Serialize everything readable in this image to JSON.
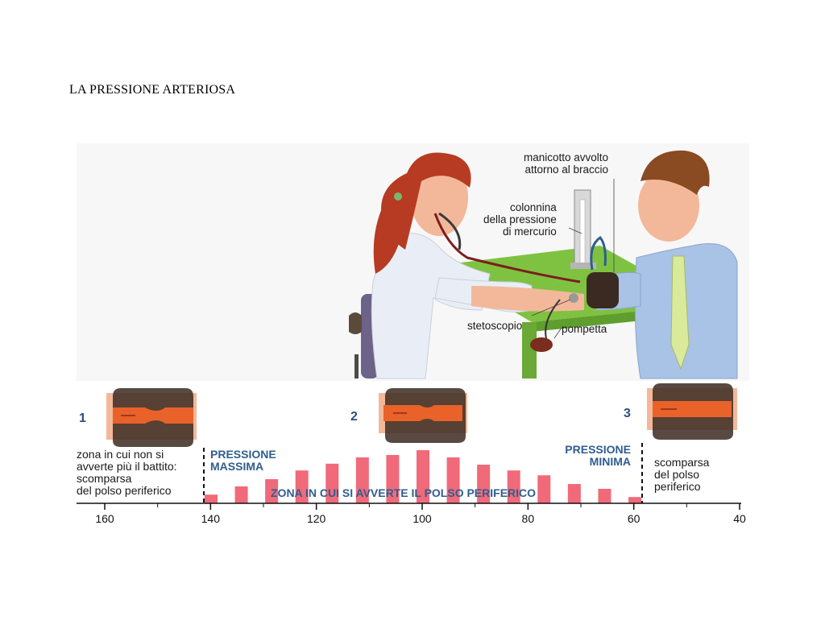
{
  "page_title": "LA PRESSIONE ARTERIOSA",
  "labels": {
    "cuff": [
      "manicotto avvolto",
      "attorno al braccio"
    ],
    "mercury_column": [
      "colonnina",
      "della pressione",
      "di mercurio"
    ],
    "stethoscope": "stetoscopio",
    "bulb": "pompetta"
  },
  "steps": [
    "1",
    "2",
    "3"
  ],
  "zones": {
    "left_text": [
      "zona in cui non si",
      "avverte più il battito:",
      "scomparsa",
      "del polso periferico"
    ],
    "max_pressure": [
      "PRESSIONE",
      "MASSIMA"
    ],
    "min_pressure": [
      "PRESSIONE",
      "MINIMA"
    ],
    "right_text": [
      "scomparsa",
      "del polso",
      "periferico"
    ],
    "middle_zone": "ZONA IN CUI SI AVVERTE IL POLSO PERIFERICO"
  },
  "colors": {
    "bar": "#f06a7a",
    "zone_text": "#2f5d8f",
    "vessel": "#e8622a",
    "table": "#8cc63f",
    "skin": "#f3b89a"
  },
  "scale": {
    "ticks": [
      "160",
      "140",
      "120",
      "100",
      "80",
      "60",
      "40"
    ],
    "bar_heights": [
      0.18,
      0.35,
      0.5,
      0.68,
      0.82,
      0.95,
      1.0,
      1.1,
      0.95,
      0.8,
      0.68,
      0.58,
      0.4,
      0.3,
      0.13
    ]
  }
}
